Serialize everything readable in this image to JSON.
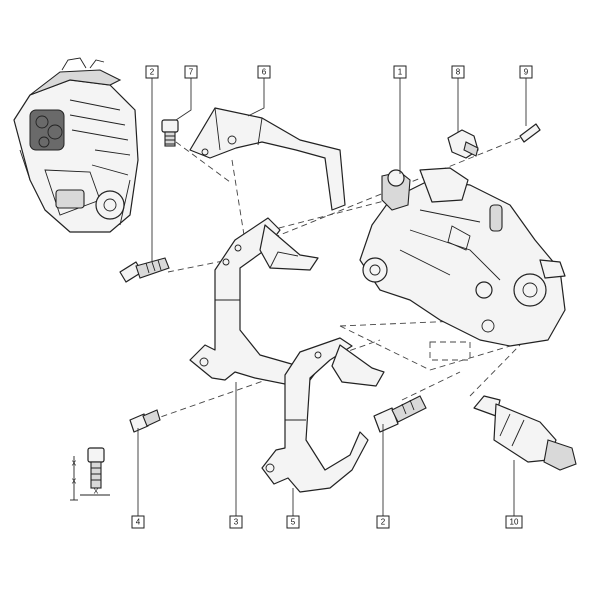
{
  "callouts": [
    {
      "id": "c-2-top",
      "label": "2"
    },
    {
      "id": "c-7",
      "label": "7"
    },
    {
      "id": "c-6",
      "label": "6"
    },
    {
      "id": "c-1",
      "label": "1"
    },
    {
      "id": "c-8",
      "label": "8"
    },
    {
      "id": "c-9",
      "label": "9"
    },
    {
      "id": "c-4",
      "label": "4"
    },
    {
      "id": "c-3",
      "label": "3"
    },
    {
      "id": "c-5",
      "label": "5"
    },
    {
      "id": "c-2-bottom",
      "label": "2"
    },
    {
      "id": "c-10",
      "label": "10"
    }
  ],
  "torque_marks": {
    "mark_1": "X",
    "mark_2": "X",
    "mark_3": "X"
  }
}
